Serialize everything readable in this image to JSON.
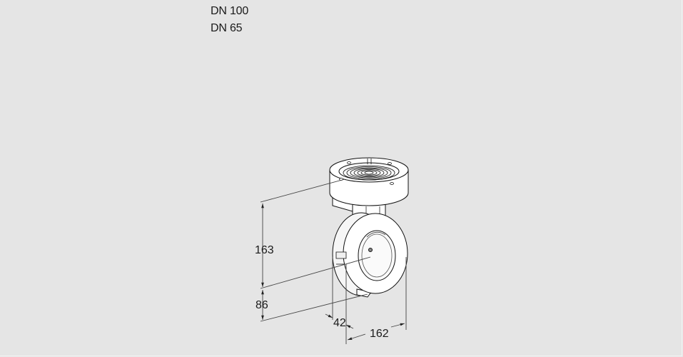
{
  "labels": {
    "line1": "DN 100",
    "line2": "DN 65"
  },
  "drawing": {
    "subject": "butterfly valve with actuator",
    "dimensions": {
      "height_upper": "163",
      "height_lower": "86",
      "depth": "42",
      "width": "162"
    }
  },
  "colors": {
    "background": "#e5e5e5",
    "line": "#1a1a1a",
    "dim_line": "#444444",
    "body_fill": "#ffffff"
  }
}
